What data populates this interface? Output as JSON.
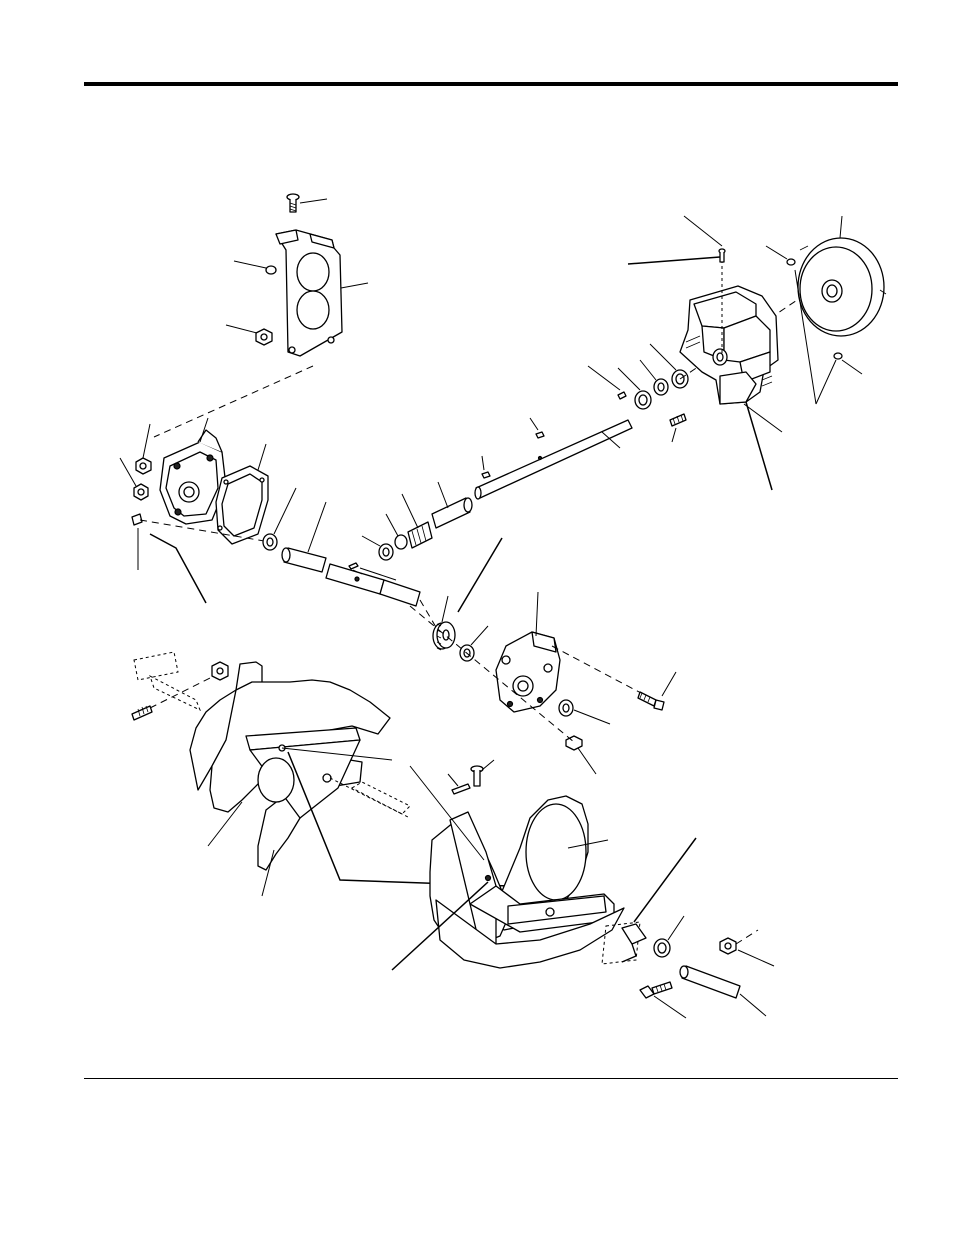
{
  "page": {
    "type": "exploded-parts-diagram",
    "colors": {
      "ink": "#000000",
      "paper": "#ffffff"
    },
    "callout_labels": []
  },
  "diagram": {
    "assemblies": [
      "mounting-bracket",
      "gear-housing-left",
      "gasket",
      "auger-shaft",
      "worm-gear",
      "gear-housing-right",
      "impeller-housing",
      "pulley",
      "auger-left",
      "auger-right"
    ]
  }
}
